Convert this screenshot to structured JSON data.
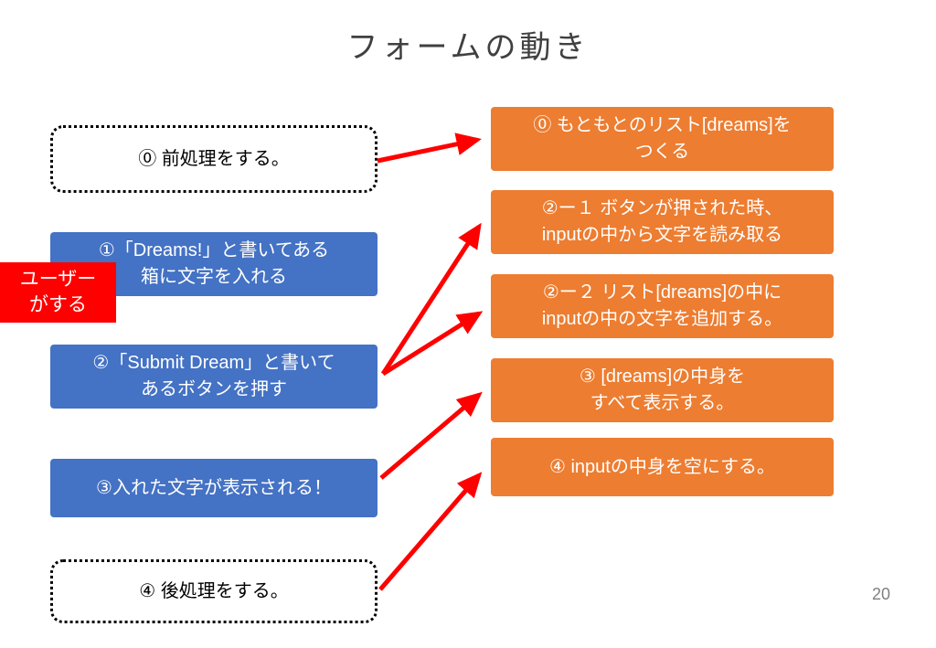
{
  "slide": {
    "title": "フォームの動き",
    "page_number": "20"
  },
  "colors": {
    "box-blue": "#4472C4",
    "box-orange": "#ED7D31",
    "accent-red": "#FF0000",
    "title-color": "#404040",
    "page-number-color": "#808080"
  },
  "left_column": {
    "preprocess": {
      "text": "⓪ 前処理をする。"
    },
    "step1": {
      "lines": [
        "①「Dreams!」と書いてある",
        "箱に文字を入れる"
      ]
    },
    "user_label": {
      "lines": [
        "ユーザー",
        "がする"
      ]
    },
    "step2": {
      "lines": [
        "②「Submit Dream」と書いて",
        "あるボタンを押す"
      ]
    },
    "step3": {
      "text": "③入れた文字が表示される！"
    },
    "postprocess": {
      "text": "④ 後処理をする。"
    }
  },
  "right_column": {
    "make_list": {
      "lines": [
        "⓪ もともとのリスト[dreams]を",
        "つくる"
      ]
    },
    "read_input": {
      "lines": [
        "②ー１ ボタンが押された時、",
        "inputの中から文字を読み取る"
      ]
    },
    "append_list": {
      "lines": [
        "②ー２ リスト[dreams]の中に",
        "inputの中の文字を追加する。"
      ]
    },
    "show_all": {
      "lines": [
        "③ [dreams]の中身を",
        "すべて表示する。"
      ]
    },
    "clear_input": {
      "text": "④ inputの中身を空にする。"
    }
  }
}
